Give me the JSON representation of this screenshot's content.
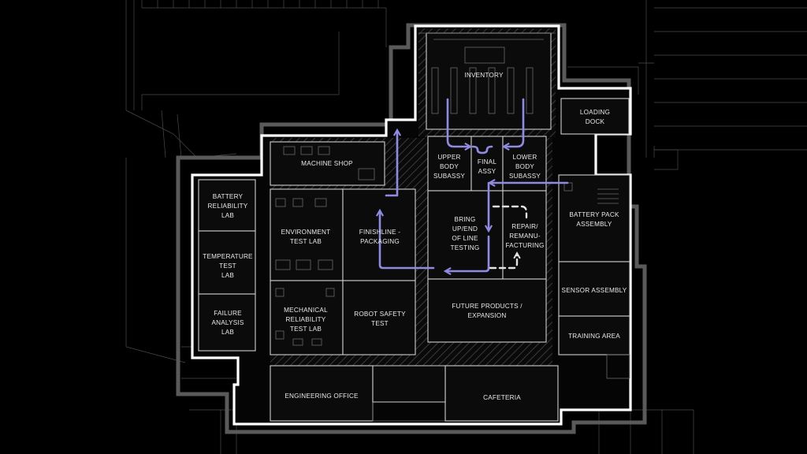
{
  "rooms": {
    "inventory": [
      "INVENTORY"
    ],
    "loading_dock": [
      "LOADING",
      "DOCK"
    ],
    "machine_shop": [
      "MACHINE SHOP"
    ],
    "upper_body_subassy": [
      "UPPER",
      "BODY",
      "SUBASSY"
    ],
    "final_assy": [
      "FINAL",
      "ASSY"
    ],
    "lower_body_subassy": [
      "LOWER",
      "BODY",
      "SUBASSY"
    ],
    "battery_reliability_lab": [
      "BATTERY",
      "RELIABILITY",
      "LAB"
    ],
    "environment_test_lab": [
      "ENVIRONMENT",
      "TEST LAB"
    ],
    "finishline_packaging": [
      "FINISHLINE -",
      "PACKAGING"
    ],
    "bring_up_testing": [
      "BRING",
      "UP/END",
      "OF LINE",
      "TESTING"
    ],
    "repair_remanufacturing": [
      "REPAIR/",
      "REMANU-",
      "FACTURING"
    ],
    "battery_pack_assembly": [
      "BATTERY PACK",
      "ASSEMBLY"
    ],
    "temperature_test_lab": [
      "TEMPERATURE",
      "TEST",
      "LAB"
    ],
    "sensor_assembly": [
      "SENSOR ASSEMBLY"
    ],
    "mechanical_reliability_test_lab": [
      "MECHANICAL",
      "RELIABILITY",
      "TEST LAB"
    ],
    "robot_safety_test": [
      "ROBOT SAFETY",
      "TEST"
    ],
    "future_products_expansion": [
      "FUTURE PRODUCTS /",
      "EXPANSION"
    ],
    "failure_analysis_lab": [
      "FAILURE",
      "ANALYSIS",
      "LAB"
    ],
    "training_area": [
      "TRAINING AREA"
    ],
    "engineering_office": [
      "ENGINEERING OFFICE"
    ],
    "cafeteria": [
      "CAFETERIA"
    ]
  },
  "colors": {
    "background": "#000000",
    "wall": "#ffffff",
    "outer_wall": "#5a5a5a",
    "room_stroke": "#cfcfcf",
    "flow_arrow": "#8f8be0",
    "repair_dashed_arrow": "#e4e4e4",
    "text": "#e8e8e8"
  }
}
